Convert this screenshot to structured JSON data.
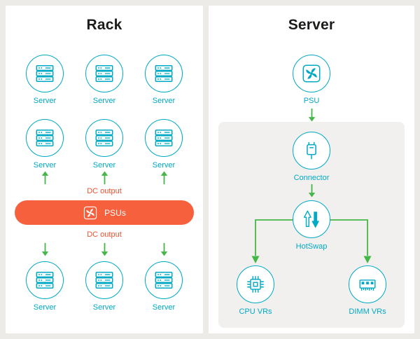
{
  "colors": {
    "bg": "#edebe8",
    "panel": "#ffffff",
    "inset": "#f2f0ee",
    "teal": "#00a9c4",
    "orange": "#f6603d",
    "orange_text": "#f2502c",
    "green": "#45b748"
  },
  "icons": {
    "server": "server-stack-icon",
    "psu": "psu-fan-icon",
    "connector": "power-connector-icon",
    "hotswap": "hotswap-arrows-icon",
    "cpu_vr": "cpu-chip-icon",
    "dimm_vr": "dimm-module-icon",
    "flow_arrow": "flow-arrow-icon"
  },
  "rack": {
    "title": "Rack",
    "dc_output_top": "DC output",
    "dc_output_bottom": "DC output",
    "psus_label": "PSUs",
    "row1": [
      "Server",
      "Server",
      "Server"
    ],
    "row2": [
      "Server",
      "Server",
      "Server"
    ],
    "row3": [
      "Server",
      "Server",
      "Server"
    ]
  },
  "server": {
    "title": "Server",
    "psu_label": "PSU",
    "connector_label": "Connector",
    "hotswap_label": "HotSwap",
    "cpu_vrs_label": "CPU VRs",
    "dimm_vrs_label": "DIMM VRs"
  }
}
